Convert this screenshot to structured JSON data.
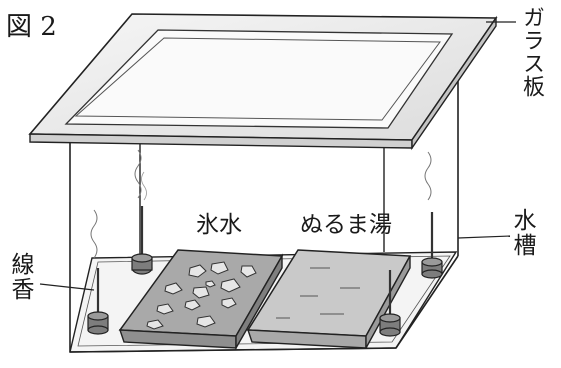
{
  "figure": {
    "title": "図 2"
  },
  "labels": {
    "glass_plate": "ガラス板",
    "ice_water": "氷水",
    "lukewarm_water": "ぬるま湯",
    "water_tank": "水槽",
    "incense": "線香"
  },
  "colors": {
    "line": "#222222",
    "glass_fill": "#eeeeee",
    "ice_tray_fill": "#a9a9a9",
    "warm_tray_fill": "#c9c9c9",
    "tank_bottom_fill": "#f2f2f2",
    "incense_base_fill": "#7d7d7d"
  }
}
